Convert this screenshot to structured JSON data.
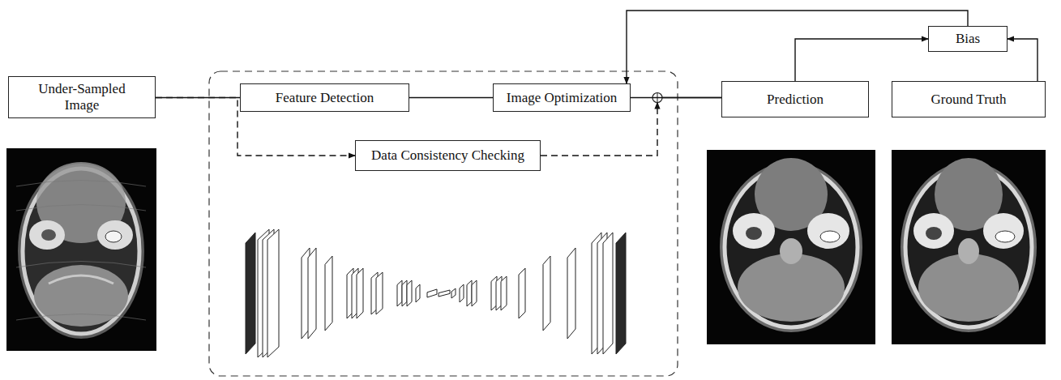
{
  "diagram": {
    "nodes": [
      {
        "text": [
          "Under-Sampled Image"
        ]
      },
      {
        "text": [
          "Feature Detection"
        ]
      },
      {
        "text": [
          "Image Optimization"
        ]
      },
      {
        "text": [
          "Data Consistency Checking"
        ]
      },
      {
        "text": [
          "Prediction"
        ]
      },
      {
        "text": [
          "Ground Truth"
        ]
      },
      {
        "text": [
          "Bias"
        ]
      }
    ],
    "edges": [
      {
        "from": 0,
        "to": 1,
        "arrow": "none"
      },
      {
        "from": 0,
        "to": 3,
        "arrow": "to"
      },
      {
        "from": 1,
        "to": 2,
        "arrow": "none"
      },
      {
        "from": 2,
        "to": 4,
        "arrow": "none"
      },
      {
        "from": 3,
        "to": 4,
        "arrow": "to"
      },
      {
        "from": 4,
        "to": 6,
        "arrow": "to"
      },
      {
        "from": 5,
        "to": 6,
        "arrow": "to"
      },
      {
        "from": 6,
        "to": 2,
        "arrow": "to"
      }
    ]
  }
}
